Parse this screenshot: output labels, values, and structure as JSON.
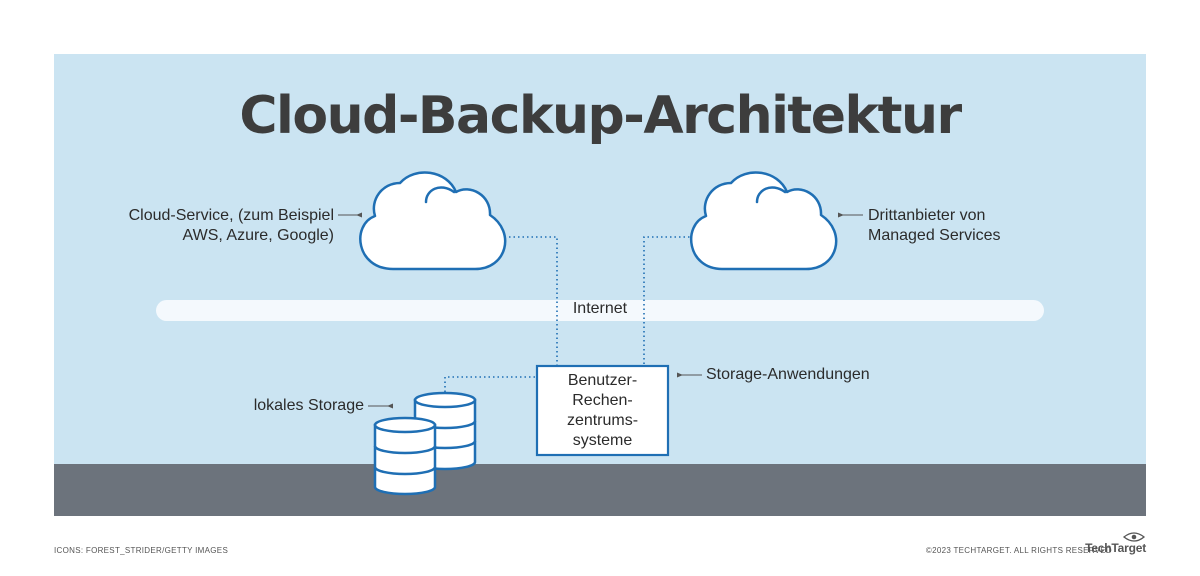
{
  "title": "Cloud-Backup-Architektur",
  "labels": {
    "cloud_service_line1": "Cloud-Service, (zum Beispiel",
    "cloud_service_line2": "AWS, Azure, Google)",
    "third_party_line1": "Drittanbieter von",
    "third_party_line2": "Managed Services",
    "internet": "Internet",
    "local_storage": "lokales Storage",
    "storage_apps": "Storage-Anwendungen",
    "user_systems": "Benutzer-\nRechen-\nzentrums-\nsysteme"
  },
  "footer": {
    "credit": "ICONS: FOREST_STRIDER/GETTY IMAGES",
    "copyright": "©2023 TECHTARGET. ALL RIGHTS RESERVED",
    "brand": "TechTarget"
  },
  "colors": {
    "panel_bg": "#cbe4f2",
    "ground": "#6c737c",
    "accent_blue": "#1f6fb4",
    "internet_bar": "#f4f9fd",
    "title": "#3d3d3d"
  },
  "icons": [
    "cloud-icon",
    "database-icon",
    "techtarget-eye-icon"
  ]
}
